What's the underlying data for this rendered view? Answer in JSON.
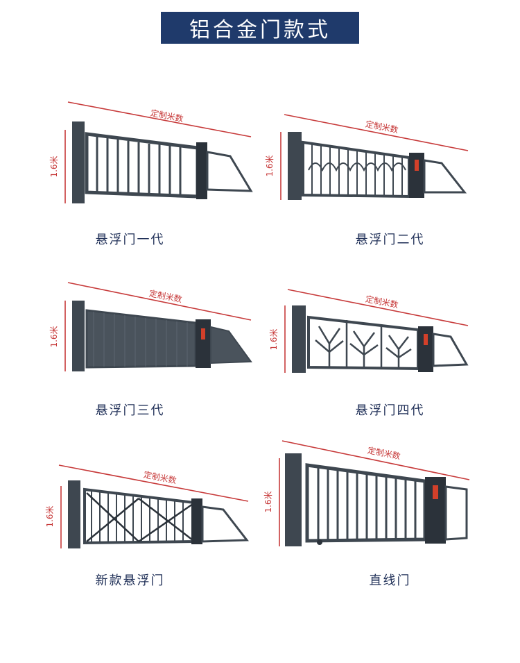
{
  "title": "铝合金门款式",
  "colors": {
    "banner": "#1f3a6b",
    "caption": "#1f2f57",
    "dimension": "#c73a3a",
    "gate": "#3e4750",
    "gate_dark": "#2b323a",
    "led": "#d3402a"
  },
  "dimension_labels": {
    "width": "定制米数",
    "height": "1.6米"
  },
  "gates": [
    {
      "caption": "悬浮门一代",
      "style": "bars"
    },
    {
      "caption": "悬浮门二代",
      "style": "ornamental"
    },
    {
      "caption": "悬浮门三代",
      "style": "solid"
    },
    {
      "caption": "悬浮门四代",
      "style": "tree"
    },
    {
      "caption": "新款悬浮门",
      "style": "cross"
    },
    {
      "caption": "直线门",
      "style": "straight"
    }
  ]
}
